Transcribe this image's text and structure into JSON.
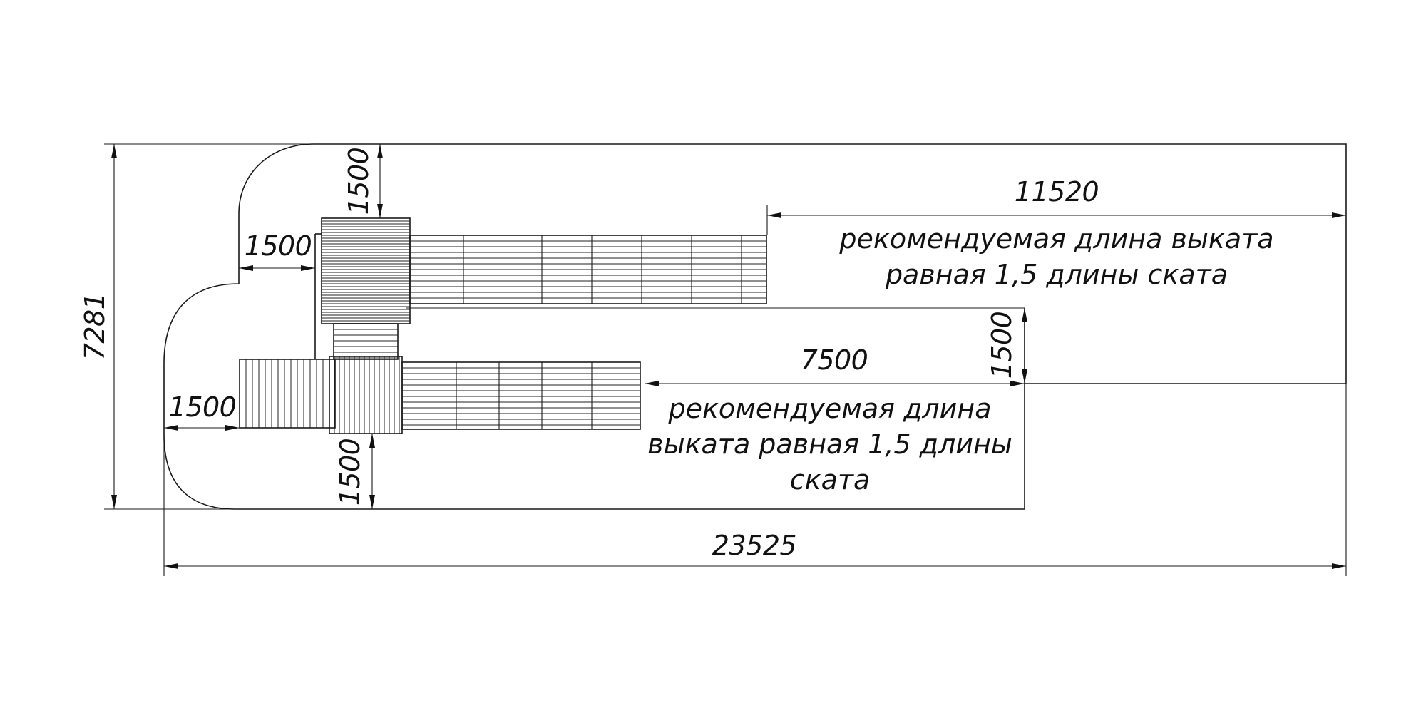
{
  "dimensions": {
    "overall_height": "7281",
    "overall_length": "23525",
    "upper_runout": "11520",
    "lower_runout": "7500",
    "clear_top": "1500",
    "clear_left_upper": "1500",
    "clear_left_lower": "1500",
    "clear_right_lower": "1500",
    "clear_bottom": "1500"
  },
  "notes": {
    "upper": [
      "рекомендуемая длина выката",
      "равная 1,5 длины ската"
    ],
    "lower": [
      "рекомендуемая длина",
      "выката равная 1,5 длины",
      "ската"
    ]
  }
}
